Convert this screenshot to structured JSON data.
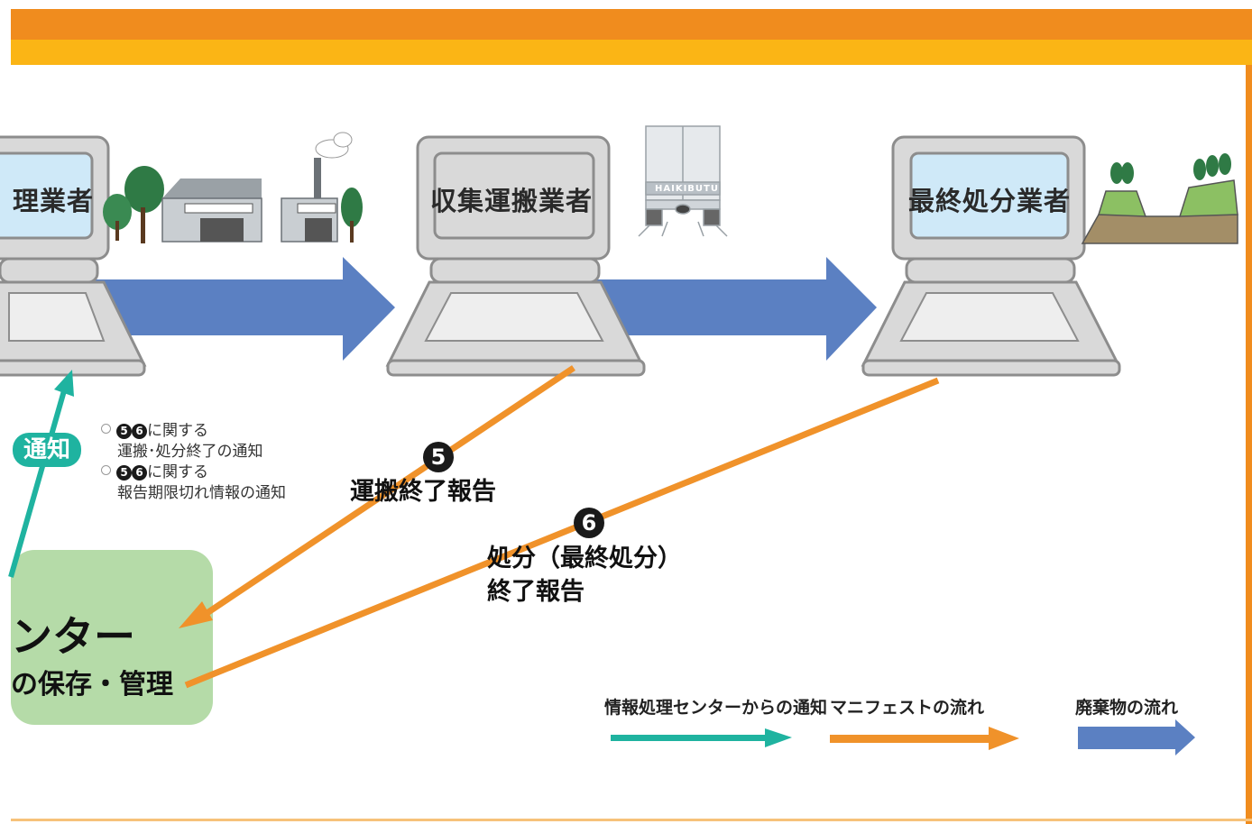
{
  "actors": {
    "left": "理業者",
    "middle": "収集運搬業者",
    "right": "最終処分業者"
  },
  "truck_label": "HAIKIBUTU",
  "notify": {
    "badge": "通知",
    "line1_nums": [
      "5",
      "6"
    ],
    "line1_suffix": "に関する",
    "line2": "運搬･処分終了の通知",
    "line3_nums": [
      "5",
      "6"
    ],
    "line3_suffix": "に関する",
    "line4": "報告期限切れ情報の通知"
  },
  "report5": {
    "num": "5",
    "label": "運搬終了報告"
  },
  "report6": {
    "num": "6",
    "label_line1": "処分（最終処分）",
    "label_line2": "終了報告"
  },
  "center": {
    "title": "ンター",
    "subtitle": "の保存・管理"
  },
  "legend": {
    "info": "情報処理センターからの通知",
    "manifest": "マニフェストの流れ",
    "waste": "廃棄物の流れ"
  },
  "colors": {
    "orange_dark": "#f08c1e",
    "orange_light": "#fbb515",
    "teal": "#1fb3a0",
    "manifest": "#f0922a",
    "waste": "#5b80c2",
    "center_box": "#b5dba8",
    "screen": "#cfe9f8"
  }
}
